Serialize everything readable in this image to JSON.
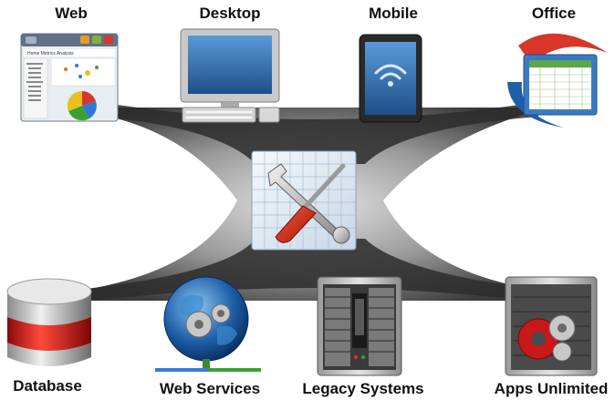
{
  "top_labels": {
    "web": "Web",
    "desktop": "Desktop",
    "mobile": "Mobile",
    "office": "Office"
  },
  "bottom_labels": {
    "database": "Database",
    "web_services": "Web Services",
    "legacy_systems": "Legacy Systems",
    "apps_unlimited": "Apps Unlimited"
  },
  "web_window": {
    "title": "Home  Metrics  Analysis"
  },
  "colors": {
    "hub_dark": "#3a3a3a",
    "hub_light": "#d8d8d8",
    "database_red": "#d91a1a",
    "globe_blue": "#1e5fa8",
    "gear_red": "#c81818",
    "screen_blue": "#2a6aa8"
  }
}
